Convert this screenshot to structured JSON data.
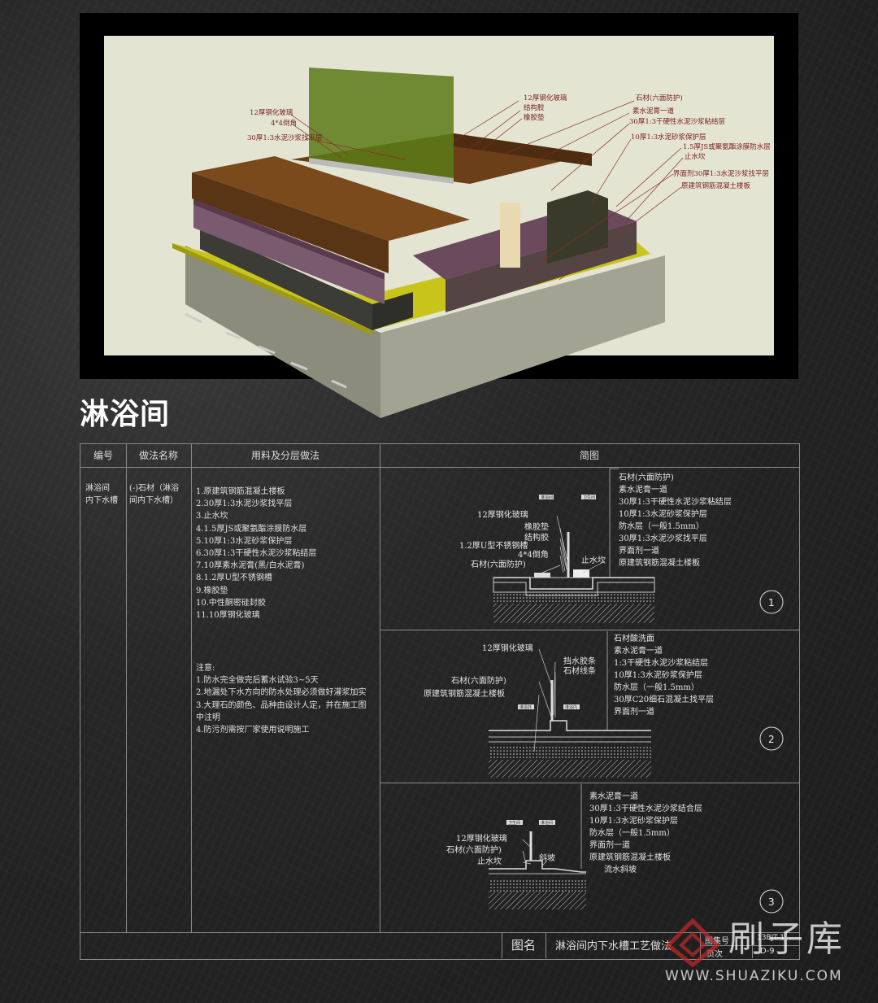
{
  "render": {
    "labels": [
      "12厚钢化玻璃",
      "4*4倒角",
      "30厚1:3水泥沙浆找平层",
      "12厚钢化玻璃",
      "结构胶",
      "橡胶垫",
      "石材(六面防护)",
      "素水泥膏一道",
      "30厚1:3干硬性水泥沙浆粘结层",
      "10厚1:3水泥砂浆保护层",
      "1.5厚JS或聚氨酯涂膜防水层",
      "止水坎",
      "界面剂30厚1:3水泥沙浆找平层",
      "原建筑钢筋混凝土楼板"
    ]
  },
  "page_title": "淋浴间",
  "table": {
    "headers": [
      "编号",
      "做法名称",
      "用料及分层做法",
      "简图"
    ],
    "code": "淋浴间\n内下水槽",
    "name": "(-)石材（淋浴\n间内下水槽）",
    "layers": [
      "1.原建筑钢筋混凝土楼板",
      "2.30厚1:3水泥沙浆找平层",
      "3.止水坎",
      "4.1.5厚JS或聚氨酯涂膜防水层",
      "5.10厚1:3水泥砂浆保护层",
      "6.30厚1:3干硬性水泥沙浆粘结层",
      "7.10厚素水泥膏(黑/白水泥膏)",
      "8.1.2厚U型不锈钢槽",
      "9.橡胶垫",
      "10.中性酮密硅封胶",
      "11.10厚钢化玻璃"
    ],
    "notes_title": "注意:",
    "notes": [
      "1.防水完全做完后蓄水试验3~5天",
      "2.地漏处下水方向的防水处理必须做好灌浆加实",
      "3.大理石的颜色、品种由设计人定，并在施工图",
      "中注明",
      "4.防污剂需按厂家使用说明施工"
    ]
  },
  "diagram1": {
    "left_labels": [
      "12厚钢化玻璃",
      "橡胶垫",
      "结构胶",
      "1.2厚U型不锈钢槽",
      "4*4倒角",
      "石材(六面防护)"
    ],
    "right_labels": [
      "石材(六面防护)",
      "素水泥膏一道",
      "30厚1:3干硬性水泥沙浆粘结层",
      "10厚1:3水泥砂浆保护层",
      "防水层（一般1.5mm）",
      "30厚1:3水泥沙浆找平层",
      "界面剂一道",
      "原建筑钢筋混凝土楼板"
    ],
    "stop_label": "止水坎",
    "tag_left": "淋浴间",
    "tag_right": "卫生间",
    "number": "1"
  },
  "diagram2": {
    "left_labels": [
      "12厚钢化玻璃",
      "石材(六面防护)",
      "原建筑钢筋混凝土楼板"
    ],
    "mid_labels": [
      "挡水胶条",
      "石材线条"
    ],
    "right_labels": [
      "石材酸洗面",
      "素水泥膏一道",
      "1:3干硬性水泥沙浆粘结层",
      "10厚1:3水泥砂浆保护层",
      "防水层（一般1.5mm）",
      "30厚C20细石混凝土找平层",
      "界面剂一道"
    ],
    "tag_left": "淋浴外",
    "tag_right": "淋浴内",
    "number": "2"
  },
  "diagram3": {
    "left_labels": [
      "12厚钢化玻璃",
      "石材(六面防护)",
      "止水坎"
    ],
    "slope_label": "斜坡",
    "right_labels": [
      "素水泥膏一道",
      "30厚1:3干硬性水泥沙浆结合层",
      "10厚1:3水泥砂浆保护层",
      "防水层（一般1.5mm）",
      "界面剂一道",
      "原建筑钢筋混凝土楼板",
      "流水斜坡"
    ],
    "tag_left": "卫生间",
    "tag_right": "淋浴间",
    "number": "3"
  },
  "footer": {
    "name_label": "图名",
    "name_value": "淋浴间内下水槽工艺做法",
    "set_label": "图集号",
    "set_value": "13BJT-1",
    "page_label": "页次",
    "page_value": "D-9"
  },
  "watermark": {
    "brand": "刷子库",
    "url": "WWW.SHUAZIKU.COM"
  }
}
